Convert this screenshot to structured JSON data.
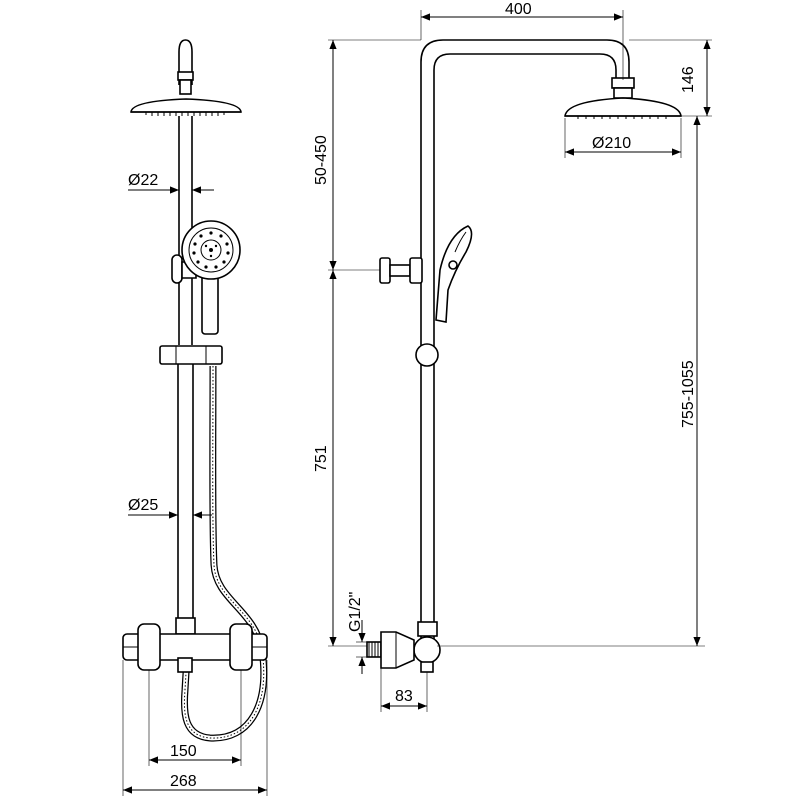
{
  "dimensions": {
    "top_width": "400",
    "head_height": "146",
    "head_diameter": "Ø210",
    "adjust_range": "50-450",
    "total_height": "755-1055",
    "pipe_upper_diameter": "Ø22",
    "pipe_lower_diameter": "Ø25",
    "bar_height": "751",
    "thread_size": "G1/2\"",
    "valve_offset": "83",
    "inlet_spacing": "150",
    "overall_width": "268"
  },
  "colors": {
    "line": "#000000",
    "background": "#ffffff"
  }
}
